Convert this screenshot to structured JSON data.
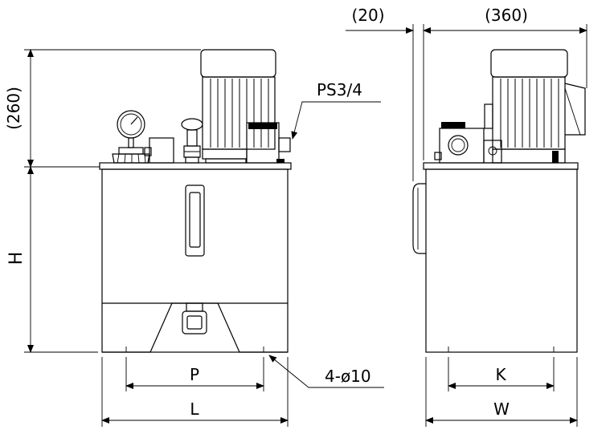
{
  "dimensions": {
    "top_offset": "(20)",
    "top_depth": "(360)",
    "motor_height": "(260)",
    "height": "H",
    "port": "PS3/4",
    "holes": "4-ø10",
    "foot_spacing_front": "P",
    "length": "L",
    "foot_spacing_side": "K",
    "width": "W"
  }
}
